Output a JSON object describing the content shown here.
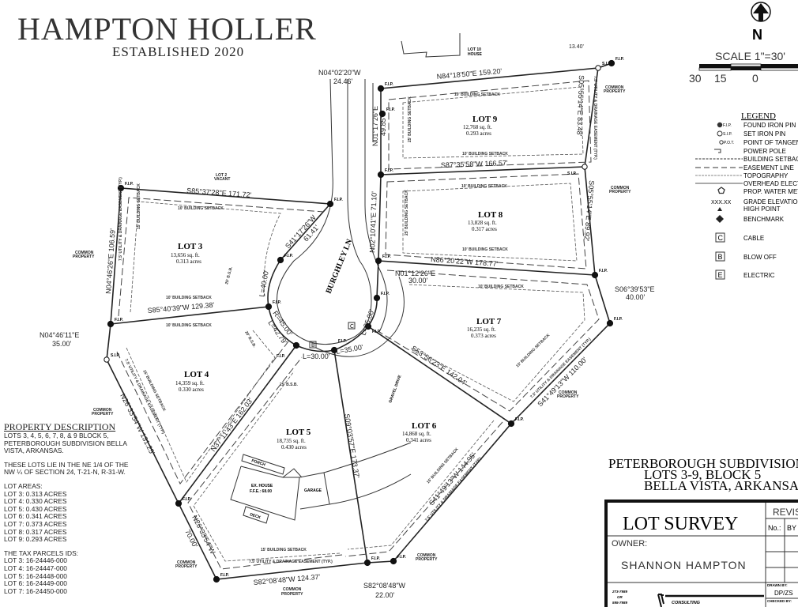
{
  "header": {
    "title": "HAMPTON HOLLER",
    "subtitle": "ESTABLISHED 2020"
  },
  "north_arrow": {
    "letter": "N"
  },
  "scale": {
    "label": "SCALE 1\"=30'",
    "ticks": [
      "30",
      "15",
      "0"
    ]
  },
  "legend": {
    "title": "LEGEND",
    "items": [
      {
        "abbr": "F.I.P.",
        "label": "FOUND IRON PIN"
      },
      {
        "abbr": "S.I.P.",
        "label": "SET IRON PIN"
      },
      {
        "abbr": "P.O.T.",
        "label": "POINT OF TANGENCY"
      },
      {
        "abbr": "",
        "label": "POWER POLE"
      },
      {
        "abbr": "",
        "label": "BUILDING SETBACK"
      },
      {
        "abbr": "",
        "label": "EASEMENT LINE"
      },
      {
        "abbr": "",
        "label": "TOPOGRAPHY"
      },
      {
        "abbr": "",
        "label": "OVERHEAD ELECTRIC"
      },
      {
        "abbr": "",
        "label": "PROP. WATER METER"
      },
      {
        "abbr": "XXX.XX",
        "label": "GRADE ELEVATION"
      },
      {
        "abbr": "",
        "label": "HIGH POINT"
      },
      {
        "abbr": "",
        "label": "BENCHMARK"
      },
      {
        "abbr": "C",
        "label": "CABLE"
      },
      {
        "abbr": "B",
        "label": "BLOW OFF"
      },
      {
        "abbr": "E",
        "label": "ELECTRIC"
      }
    ]
  },
  "lots": [
    {
      "name": "LOT 3",
      "sqft": "13,656 sq. ft.",
      "acres": "0.313 acres"
    },
    {
      "name": "LOT 4",
      "sqft": "14,359 sq. ft.",
      "acres": "0.330 acres"
    },
    {
      "name": "LOT 5",
      "sqft": "18,735 sq. ft.",
      "acres": "0.430 acres"
    },
    {
      "name": "LOT 6",
      "sqft": "14,868 sq. ft.",
      "acres": "0.341 acres"
    },
    {
      "name": "LOT 7",
      "sqft": "16,235 sq. ft.",
      "acres": "0.373 acres"
    },
    {
      "name": "LOT 8",
      "sqft": "13,828 sq. ft.",
      "acres": "0.317 acres"
    },
    {
      "name": "LOT 9",
      "sqft": "12,768 sq. ft.",
      "acres": "0.293 acres"
    }
  ],
  "bearings": {
    "b1": "N04°02'20\"W",
    "b1d": "24.46'",
    "b2": "N84°18'50\"E  159.20'",
    "b3": "13.40'",
    "b4": "S05°55'14\"E  83.48'",
    "b5": "S87°35'58\"W  166.57'",
    "b6": "S05°55'14\"E  89.92'",
    "b7": "N86°20'22\"W    178.77'",
    "b8": "N01°17'26\"E",
    "b8d": "49.85'",
    "b9": "N02°10'41\"E  71.10'",
    "b10": "N01°12'26\"E",
    "b10d": "30.00'",
    "b11": "S06°39'53\"E",
    "b11d": "40.00'",
    "b12": "S41°49'13\"W  110.00'",
    "b13": "S53°56'23\"E  142.04'",
    "b14": "S41°49'13\"W  144.95'",
    "b15": "S09°03'57\"E  173.37'",
    "b16": "S82°08'48\"W  124.37'",
    "b17": "S82°08'48\"W",
    "b17d": "22.00'",
    "b18": "N26°33'54\"W",
    "b18d": "70.00'",
    "b19": "N26°33'54\"W  131.25'",
    "b20": "N37°11'43\"E  162.03'",
    "b21": "N04°46'11\"E",
    "b21d": "35.00'",
    "b22": "N04°46'26\"E  106.59'",
    "b23": "S85°37'28\"E  171.72'",
    "b24": "S41°17'26\"W",
    "b24d": "61.41'",
    "b25": "S85°40'39\"W  129.38'",
    "c1": "L=40.00'",
    "c2": "R=45.00'",
    "c3": "L=42.79'",
    "c4": "L=30.00'",
    "c5": "L=35.00'",
    "c6": "L=25.00'"
  },
  "labels": {
    "fip": "F.I.P.",
    "sip": "S.I.P.",
    "common": "COMMON",
    "property": "PROPERTY",
    "lot10": "LOT 10",
    "house": "HOUSE",
    "lot2": "LOT 2",
    "vacant": "VACANT",
    "street": "BURGHLEY LN",
    "setback10": "10' BUILDING SETBACK",
    "setback15": "15' BUILDING SETBACK",
    "setback25": "25' BUILDING SETBACK",
    "bsb20": "20' B.S.B.",
    "bsb25": "25' B.S.B.",
    "easement": "7.5' UTILITY & DRAINAGE EASEMENT (TYP.)",
    "exhouse": "EX. HOUSE",
    "ffe": "F.F.E.: 68.00",
    "garage": "GARAGE",
    "porch": "PORCH",
    "deck": "DECK",
    "gravel": "GRAVEL DRIVE",
    "box_c": "C",
    "box_b": "B"
  },
  "description": {
    "title": "PROPERTY DESCRIPTION",
    "para1": "LOTS 3, 4, 5, 6, 7, 8, & 9 BLOCK 5, PETERBOROUGH SUBDIVISION BELLA VISTA, ARKANSAS.",
    "para2": "THESE LOTS LIE IN THE NE 1/4 OF THE NW ¼ OF SECTION 24, T-21-N, R-31-W.",
    "areas_title": "LOT AREAS:",
    "areas": [
      "LOT 3:  0.313  ACRES",
      "LOT 4:  0.330  ACRES",
      "LOT 5:  0.430  ACRES",
      "LOT 6:  0.341  ACRES",
      "LOT 7:  0.373  ACRES",
      "LOT 8:  0.317  ACRES",
      "LOT 9:  0.293  ACRES"
    ],
    "parcels_title": "THE TAX PARCELS IDS:",
    "parcels": [
      "LOT 3:  16-24446-000",
      "LOT 4:  16-24447-000",
      "LOT 5:  16-24448-000",
      "LOT 6:  16-24449-000",
      "LOT 7:  16-24450-000"
    ]
  },
  "title_block": {
    "sub1": "PETERBOROUGH  SUBDIVISION",
    "sub2": "LOTS 3-9, BLOCK 5",
    "sub3": "BELLA VISTA, ARKANSAS",
    "heading": "LOT SURVEY",
    "rev": "REVISIONS",
    "no": "No.:",
    "by": "BY",
    "owner_label": "OWNER:",
    "owner": "SHANNON HAMPTON",
    "phone1": "273-7989",
    "phone_or": "OR",
    "phone2": "595-7989",
    "firm": "CONSULTING",
    "drawn_label": "DRAWN BY:",
    "drawn": "DP/ZS",
    "checked_label": "CHECKED BY:"
  }
}
